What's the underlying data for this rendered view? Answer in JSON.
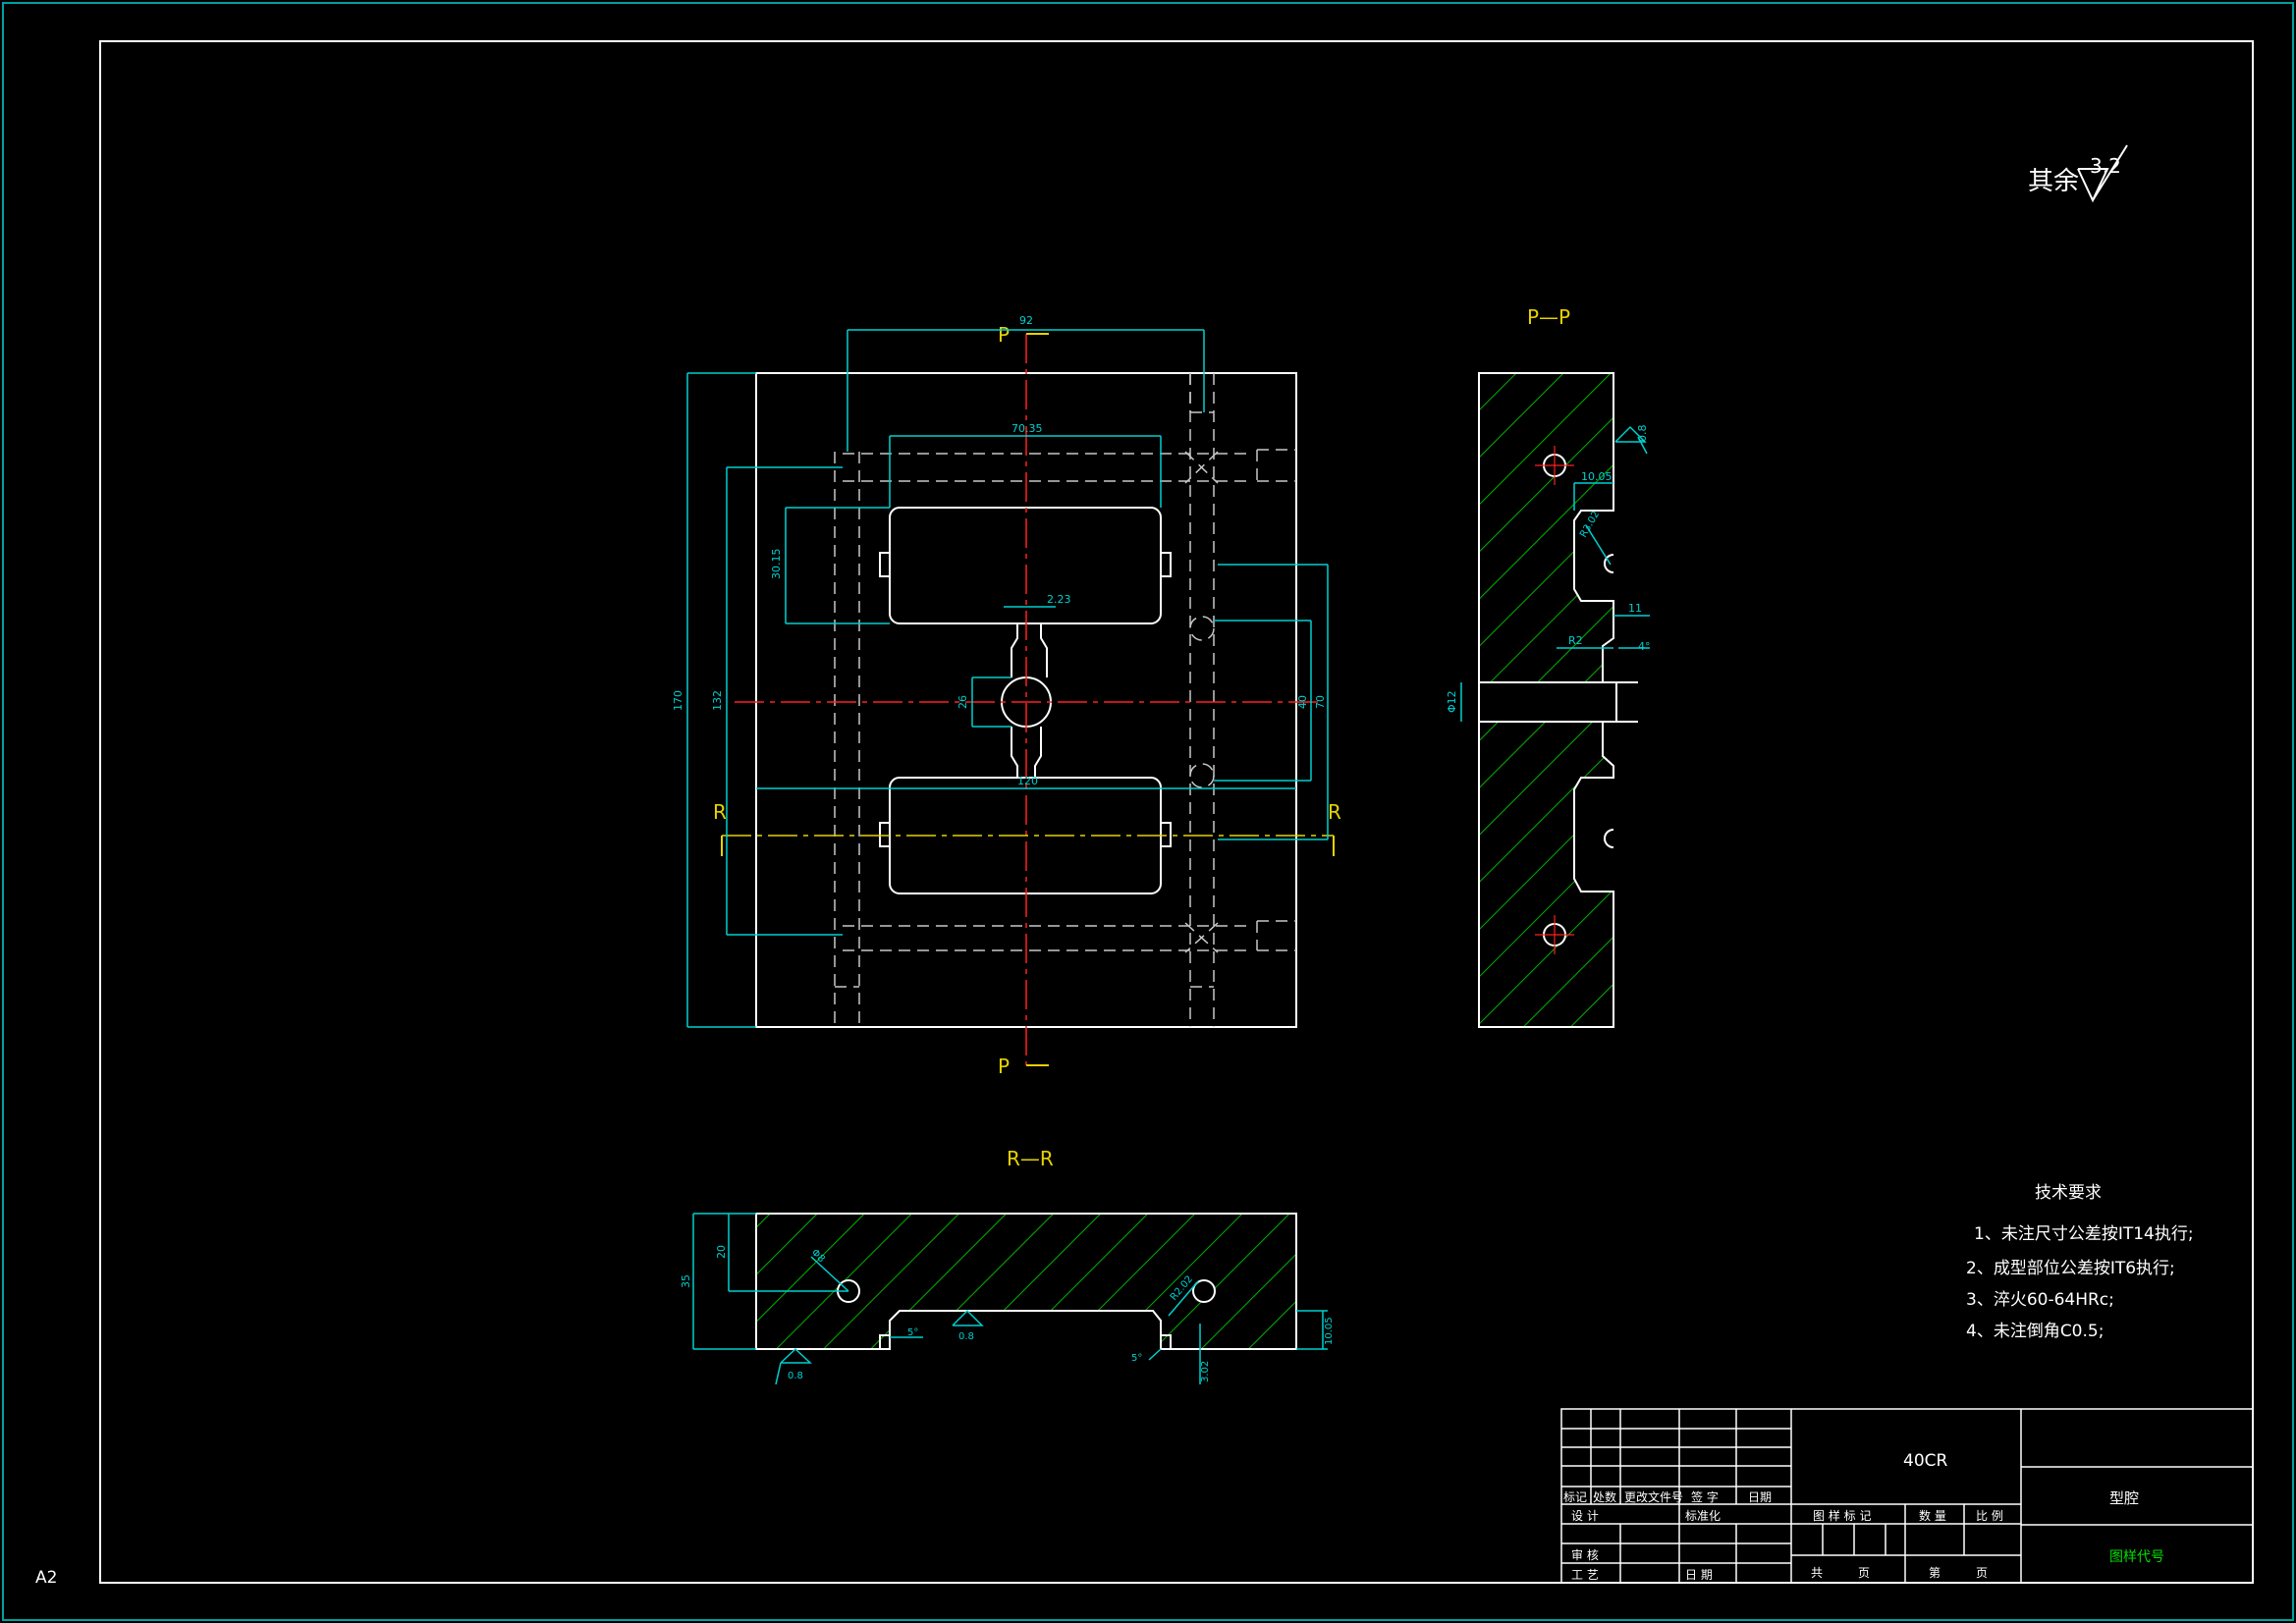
{
  "colors": {
    "background": "#000000",
    "outline": "#ffffff",
    "dimension": "#00d0d0",
    "centerline": "#ff2020",
    "section_label": "#e6d200",
    "hatch": "#00b400",
    "title_green": "#00e000"
  },
  "sheet": {
    "size_label": "A2",
    "roughness_prefix": "其余",
    "roughness_value": "3.2"
  },
  "views": {
    "main": {
      "section_mark_p": "P",
      "section_mark_r": "R",
      "dims": {
        "top_width": "92",
        "inner_width": "70.35",
        "cavity_height": "30.15",
        "gate_width": "2.23",
        "runner_len": "26",
        "span_40": "40",
        "span_70": "70",
        "total_height": "170",
        "inner_height": "132",
        "mid_width": "120"
      }
    },
    "pp": {
      "title": "P—P",
      "dims": {
        "roughness": "0.8",
        "d1": "10.05",
        "d2": "R3.02",
        "d3": "11",
        "d4": "R2",
        "d5": "4°",
        "sprue": "Φ12"
      }
    },
    "rr": {
      "title": "R—R",
      "dims": {
        "h_total": "35",
        "h_mid": "20",
        "hole": "Φ8",
        "r_label": "R2.02",
        "angle1": "5°",
        "angle2": "5°",
        "rough1": "0.8",
        "rough2": "0.8",
        "depth1": "10.05",
        "depth2": "3.02"
      }
    }
  },
  "tech_requirements": {
    "title": "技术要求",
    "items": [
      "1、未注尺寸公差按IT14执行;",
      "2、成型部位公差按IT6执行;",
      "3、淬火60-64HRc;",
      "4、未注倒角C0.5;"
    ]
  },
  "title_block": {
    "material": "40CR",
    "part_name": "型腔",
    "drawing_no": "图样代号",
    "header_cells": [
      "标记",
      "处数",
      "更改文件号",
      "签 字",
      "日期"
    ],
    "row_design": "设 计",
    "row_standard": "标准化",
    "row_review": "审 核",
    "row_process": "工 艺",
    "row_date": "日 期",
    "col_mark": "图 样 标 记",
    "col_qty": "数 量",
    "col_scale": "比 例",
    "total_pages": "共",
    "page_unit1": "页",
    "sheet_no": "第",
    "page_unit2": "页"
  }
}
